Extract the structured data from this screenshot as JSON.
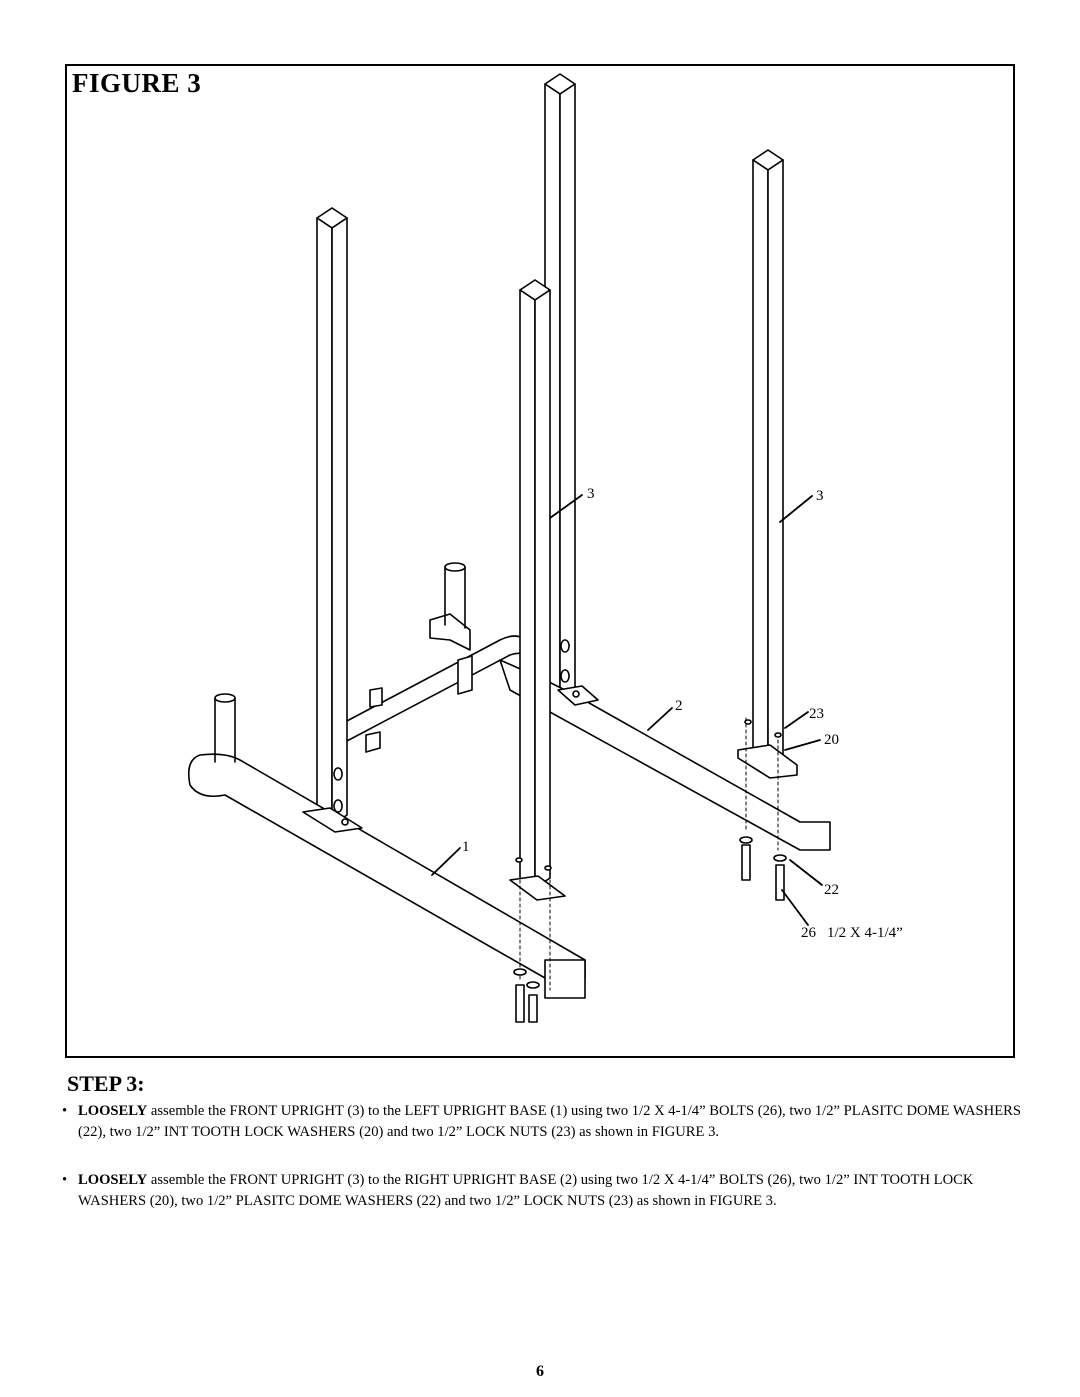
{
  "figure": {
    "title": "FIGURE 3",
    "callouts": {
      "front_upright_left": "3",
      "front_upright_right": "3",
      "right_upright_base": "2",
      "left_upright_base": "1",
      "lock_nut": "23",
      "lock_washer": "20",
      "dome_washer": "22",
      "bolt": "26",
      "bolt_size": "1/2 X 4-1/4”"
    }
  },
  "step": {
    "heading": "STEP 3:",
    "instructions": [
      {
        "bullet": "•",
        "lead": "LOOSELY",
        "text": " assemble the FRONT UPRIGHT (3) to the LEFT UPRIGHT BASE (1) using two 1/2 X 4-1/4” BOLTS (26), two 1/2” PLASITC DOME WASHERS (22), two 1/2” INT TOOTH LOCK WASHERS (20) and two 1/2” LOCK NUTS (23) as shown in FIGURE 3."
      },
      {
        "bullet": "•",
        "lead": "LOOSELY",
        "text": " assemble the  FRONT UPRIGHT (3) to the RIGHT UPRIGHT BASE (2) using two 1/2 X 4-1/4” BOLTS (26),  two 1/2” INT TOOTH LOCK WASHERS (20), two 1/2” PLASITC DOME WASHERS (22) and two 1/2” LOCK NUTS (23) as shown in FIGURE 3."
      }
    ]
  },
  "page_number": "6"
}
